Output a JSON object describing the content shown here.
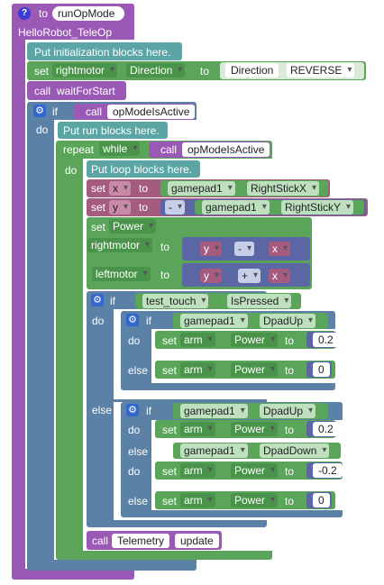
{
  "colors": {
    "procedure": "#9b59b6",
    "flow": "#5c81a6",
    "loop": "#5ba55b",
    "variable": "#a55b80",
    "text": "#5ba5a5",
    "device": "#5ba55b",
    "math": "#5b67a5",
    "call": "#9b59b6"
  },
  "program": {
    "header_to": "to",
    "function_name": "runOpMode",
    "class_name": "HelloRobot_TeleOp",
    "init_comment": "Put initialization blocks here.",
    "set_direction": {
      "set": "set",
      "device": "rightmotor",
      "property": "Direction",
      "to": "to",
      "label": "Direction",
      "value": "REVERSE"
    },
    "call_wait": {
      "call": "call",
      "name": "waitForStart"
    },
    "if_block": {
      "if": "if",
      "do": "do",
      "call": "call",
      "condition": "opModeIsActive"
    },
    "run_comment": "Put run blocks here.",
    "repeat": {
      "repeat": "repeat",
      "mode": "while",
      "do": "do",
      "call": "call",
      "condition": "opModeIsActive"
    },
    "loop_comment": "Put loop blocks here.",
    "set_x": {
      "set": "set",
      "var": "x",
      "to": "to",
      "pad": "gamepad1",
      "prop": "RightStickX"
    },
    "set_y": {
      "set": "set",
      "var": "y",
      "to": "to",
      "op": "-",
      "pad": "gamepad1",
      "prop": "RightStickY"
    },
    "set_power": {
      "set": "set",
      "prop": "Power",
      "motor1": "rightmotor",
      "to": "to",
      "a1": "y",
      "op1": "-",
      "b1": "x",
      "motor2": "leftmotor",
      "a2": "y",
      "op2": "+",
      "b2": "x"
    },
    "touch_if": {
      "if": "if",
      "do": "do",
      "else": "else",
      "sensor": "test_touch",
      "prop": "IsPressed",
      "inner_if": {
        "if": "if",
        "do": "do",
        "else": "else",
        "pad": "gamepad1",
        "button": "DpadUp",
        "set": "set",
        "device": "arm",
        "prop": "Power",
        "to": "to",
        "value_do": "0.2",
        "value_else": "0"
      },
      "else_if": {
        "if": "if",
        "do": "do",
        "else_if": "else if",
        "else": "else",
        "pad": "gamepad1",
        "button1": "DpadUp",
        "button2": "DpadDown",
        "set": "set",
        "device": "arm",
        "prop": "Power",
        "to": "to",
        "v1": "0.2",
        "v2": "-0.2",
        "v3": "0"
      }
    },
    "call_update": {
      "call": "call",
      "object": "Telemetry",
      "method": "update"
    }
  }
}
